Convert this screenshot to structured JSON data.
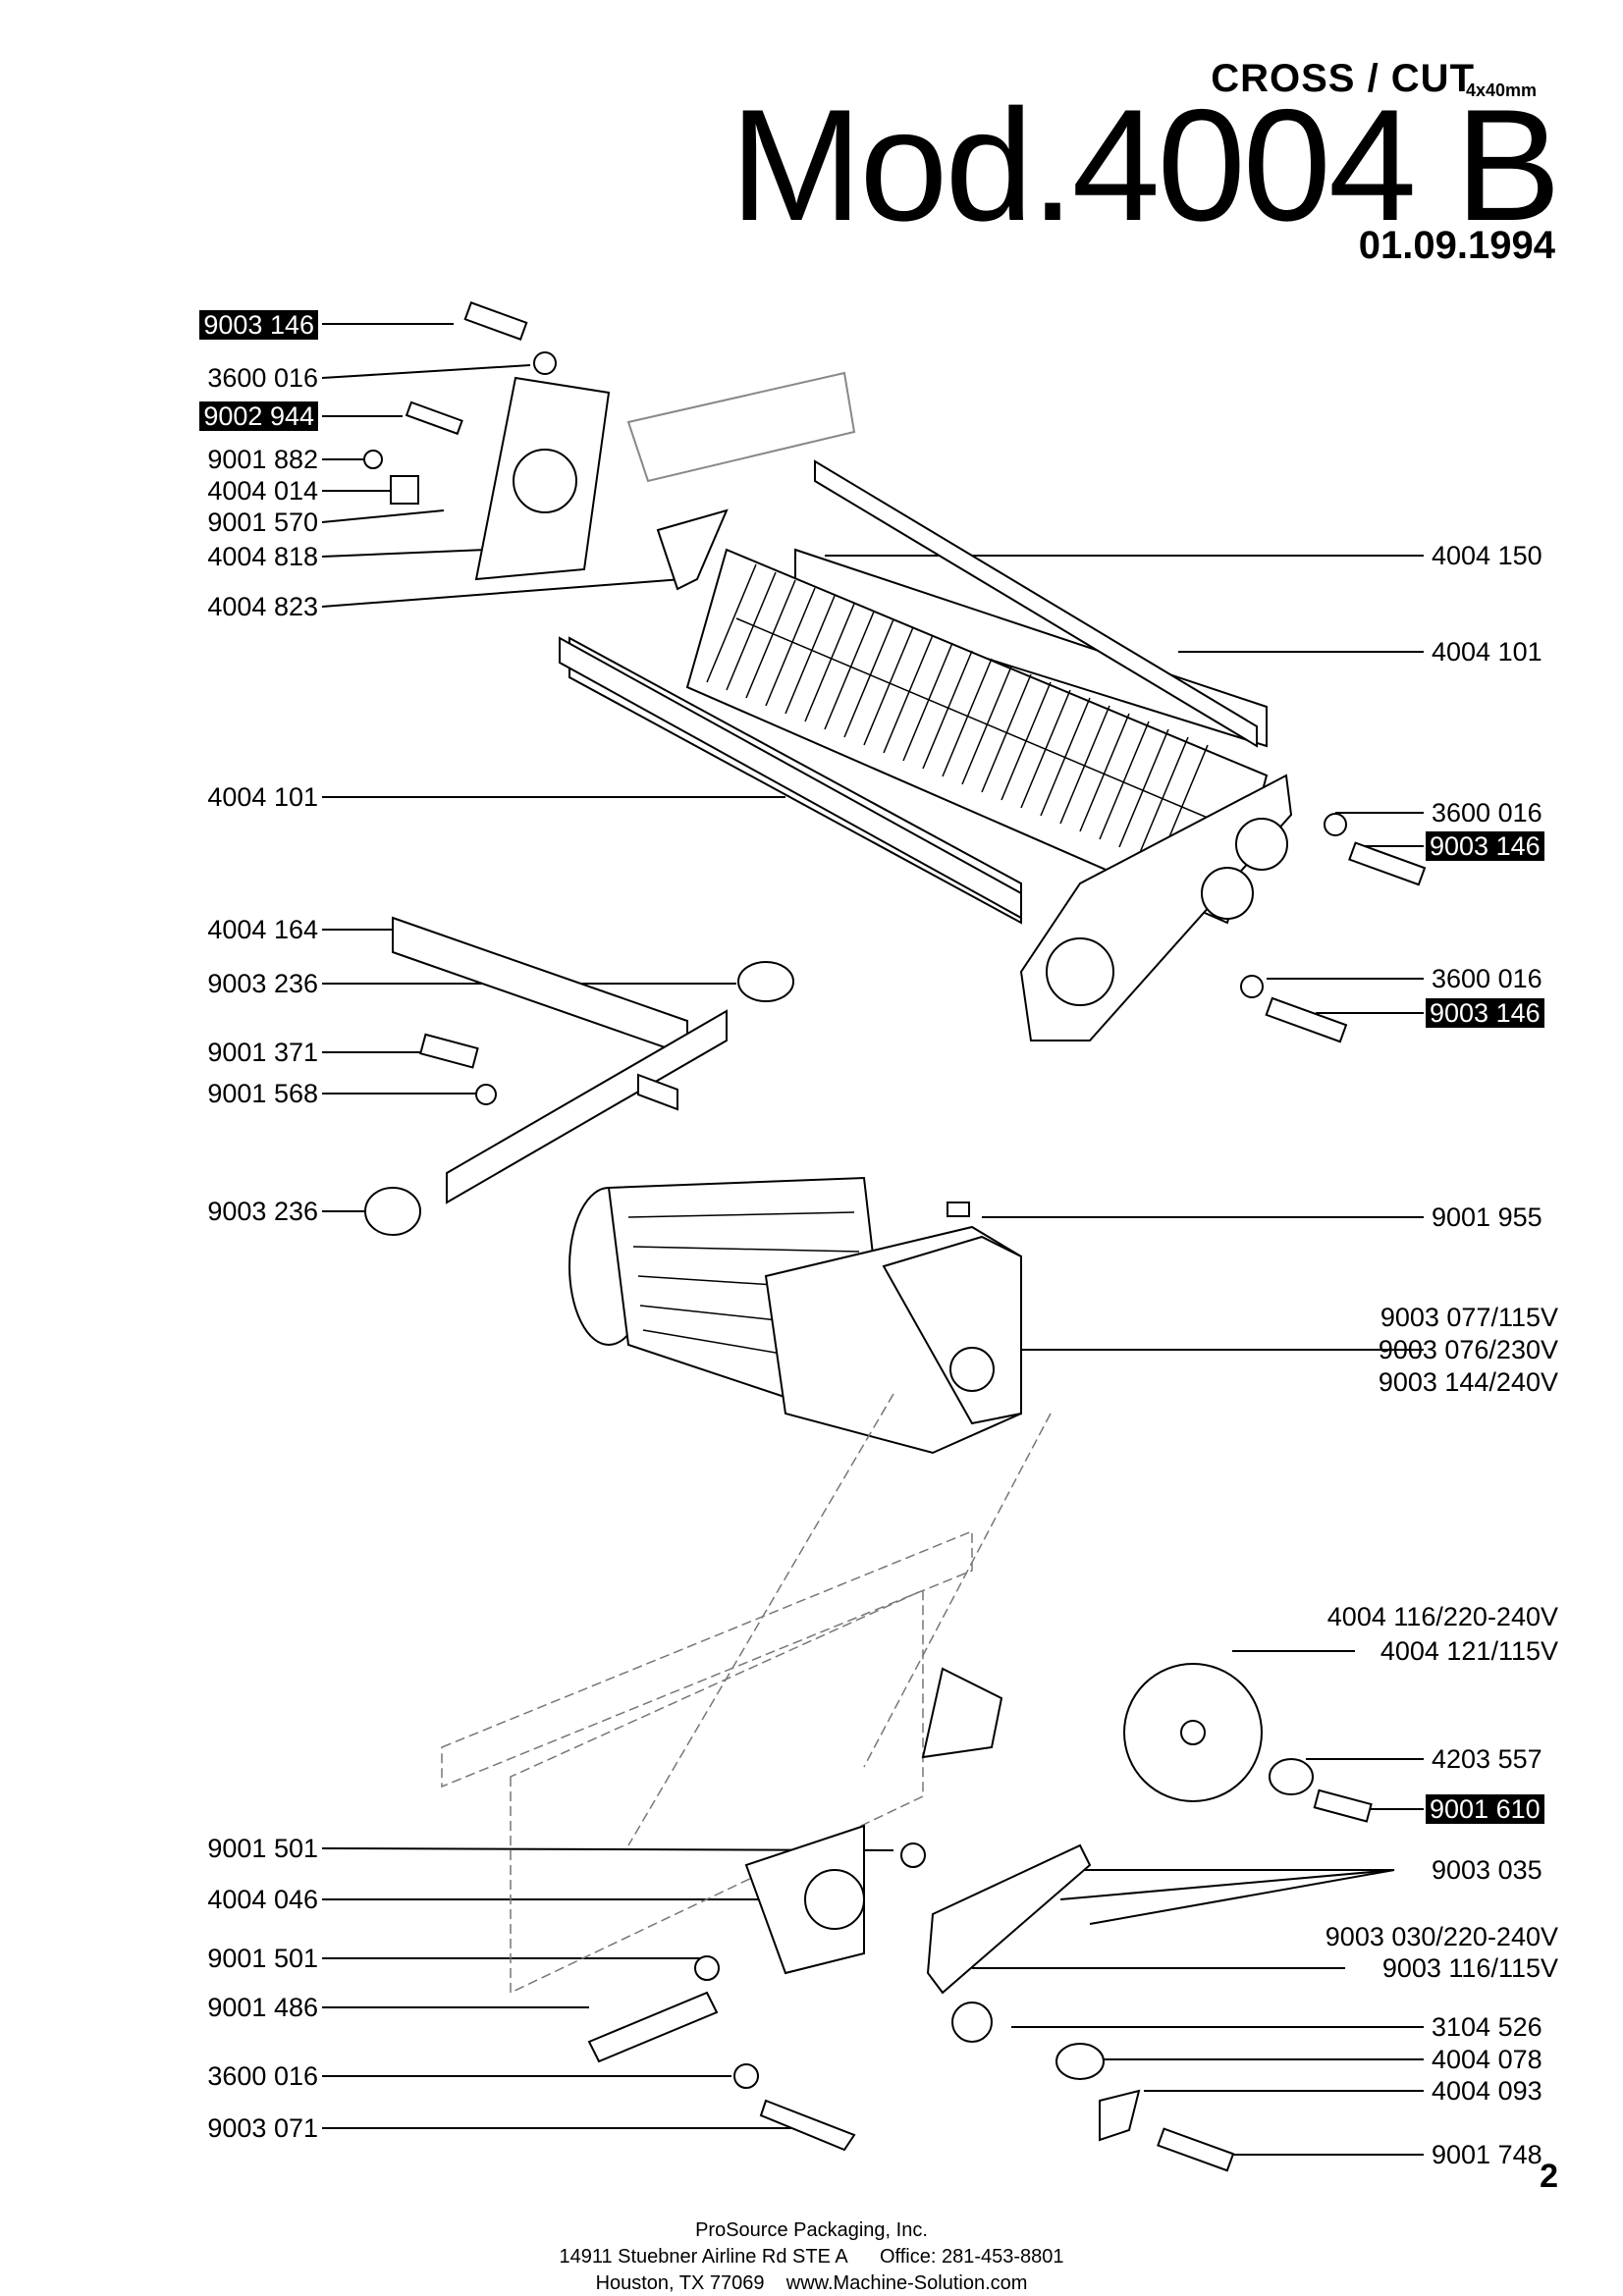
{
  "header": {
    "subtitle": "CROSS  / CUT",
    "size": "4x40mm",
    "model": "Mod.4004 B",
    "date": "01.09.1994"
  },
  "page_number": "2",
  "footer": {
    "company": "ProSource Packaging, Inc.",
    "address_line": "14911 Stuebner Airline Rd STE A      Office: 281-453-8801",
    "city_line": "Houston, TX 77069    www.Machine-Solution.com"
  },
  "parts_left": [
    {
      "label": "9003 146",
      "highlight": true
    },
    {
      "label": "3600 016",
      "highlight": false
    },
    {
      "label": "9002 944",
      "highlight": true
    },
    {
      "label": "9001 882",
      "highlight": false
    },
    {
      "label": "4004 014",
      "highlight": false
    },
    {
      "label": "9001 570",
      "highlight": false
    },
    {
      "label": "4004 818",
      "highlight": false
    },
    {
      "label": "4004 823",
      "highlight": false
    },
    {
      "label": "4004 101",
      "highlight": false
    },
    {
      "label": "4004 164",
      "highlight": false
    },
    {
      "label": "9003 236",
      "highlight": false
    },
    {
      "label": "9001 371",
      "highlight": false
    },
    {
      "label": "9001 568",
      "highlight": false
    },
    {
      "label": "9003 236",
      "highlight": false
    },
    {
      "label": "9001 501",
      "highlight": false
    },
    {
      "label": "4004 046",
      "highlight": false
    },
    {
      "label": "9001 501",
      "highlight": false
    },
    {
      "label": "9001 486",
      "highlight": false
    },
    {
      "label": "3600 016",
      "highlight": false
    },
    {
      "label": "9003 071",
      "highlight": false
    }
  ],
  "parts_right": [
    {
      "label": "4004 150",
      "highlight": false
    },
    {
      "label": "4004 101",
      "highlight": false
    },
    {
      "label": "3600 016",
      "highlight": false
    },
    {
      "label": "9003 146",
      "highlight": true
    },
    {
      "label": "3600 016",
      "highlight": false
    },
    {
      "label": "9003 146",
      "highlight": true
    },
    {
      "label": "9001 955",
      "highlight": false
    },
    {
      "label": "9003 077/115V",
      "highlight": false
    },
    {
      "label": "9003 076/230V",
      "highlight": false
    },
    {
      "label": "9003 144/240V",
      "highlight": false
    },
    {
      "label": "4004 116/220-240V",
      "highlight": false
    },
    {
      "label": "4004 121/115V",
      "highlight": false
    },
    {
      "label": "4203 557",
      "highlight": false
    },
    {
      "label": "9001 610",
      "highlight": true
    },
    {
      "label": "9003 035",
      "highlight": false
    },
    {
      "label": "9003 030/220-240V",
      "highlight": false
    },
    {
      "label": "9003 116/115V",
      "highlight": false
    },
    {
      "label": "3104 526",
      "highlight": false
    },
    {
      "label": "4004 078",
      "highlight": false
    },
    {
      "label": "4004 093",
      "highlight": false
    },
    {
      "label": "9001 748",
      "highlight": false
    }
  ]
}
